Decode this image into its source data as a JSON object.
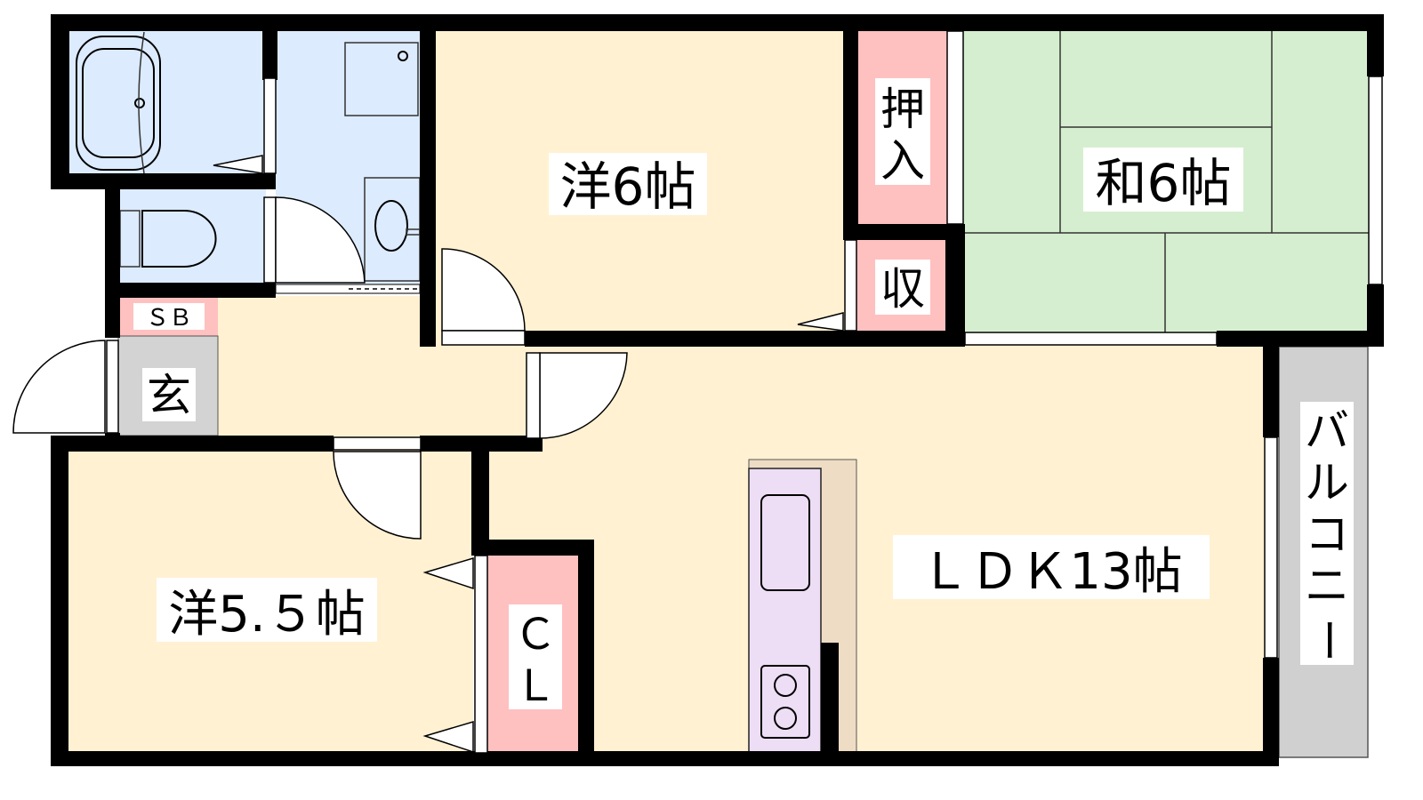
{
  "title": "Floor plan",
  "colors": {
    "wall": "#000000",
    "wet_area": "#DCEBFD",
    "western_room": "#FFF1D2",
    "storage": "#FFC0C0",
    "entrance": "#D3D3D3",
    "tatami": "#D6EED0",
    "kitchen_counter": "#EDDDF5",
    "kitchen_floor": "#EEDDC4",
    "balcony": "#D0D0D0"
  },
  "rooms": {
    "western_6": "洋6帖",
    "japanese_6": "和6帖",
    "western_5_5": "洋5.５帖",
    "ldk": "ＬＤＫ13帖",
    "oshiire": [
      "押",
      "入"
    ],
    "shuno": "収",
    "sb": "ＳＢ",
    "genkan": "玄",
    "closet": [
      "Ｃ",
      "Ｌ"
    ],
    "balcony": [
      "バ",
      "ル",
      "コ",
      "ニ",
      "ー"
    ]
  }
}
